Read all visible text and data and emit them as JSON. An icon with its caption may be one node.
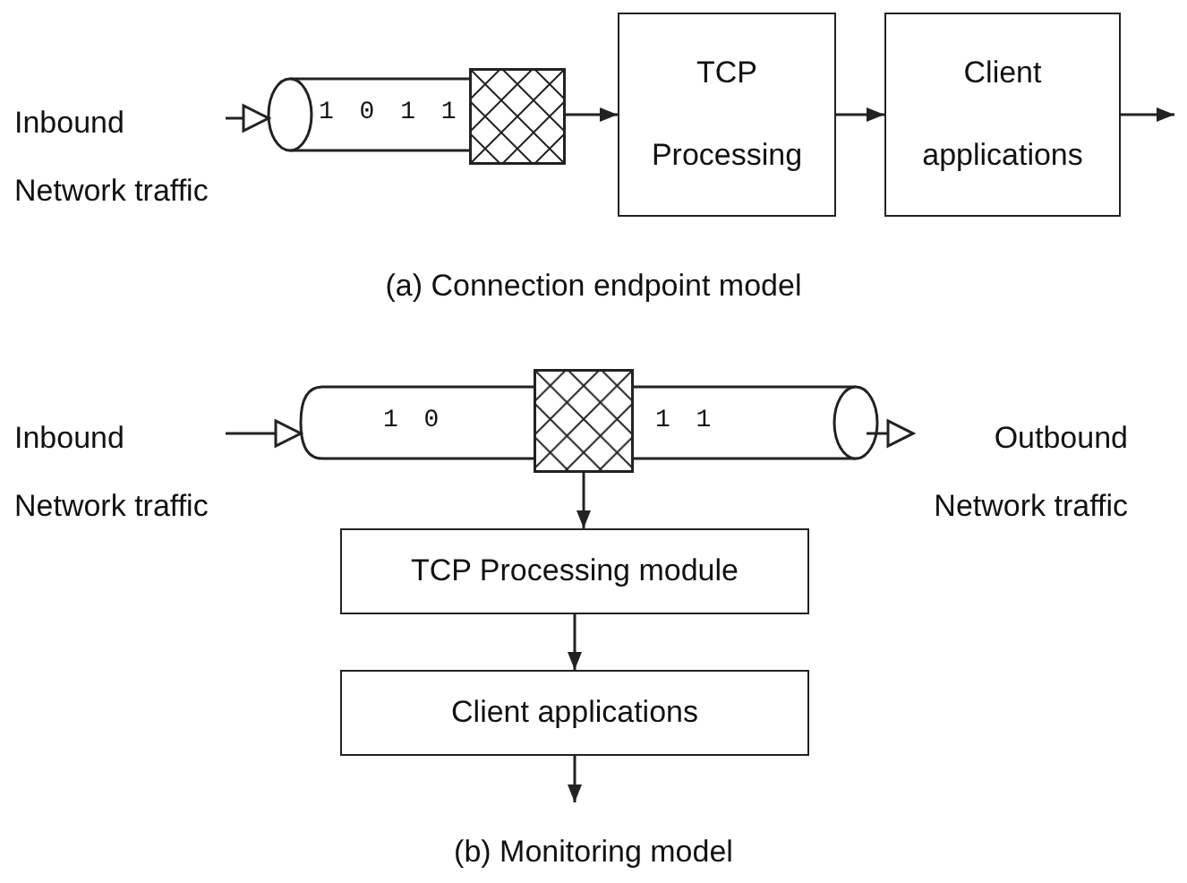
{
  "diagram": {
    "nodes": [
      {
        "text": [
          "Inbound Network traffic"
        ]
      },
      {
        "text": [
          "1 0 1 1"
        ]
      },
      {
        "text": [],
        "shape": "box"
      },
      {
        "text": [
          "TCP Processing"
        ]
      },
      {
        "text": [
          "Client applications"
        ]
      },
      {
        "text": [
          "Inbound Network traffic"
        ]
      },
      {
        "text": [
          "1 0",
          "1 1"
        ]
      },
      {
        "text": [],
        "shape": "box"
      },
      {
        "text": [
          "Outbound Network traffic"
        ]
      },
      {
        "text": [
          "TCP Processing module"
        ]
      },
      {
        "text": [
          "Client applications"
        ]
      }
    ],
    "edges": [
      {
        "from": 0,
        "to": 1,
        "arrow": "to"
      },
      {
        "from": 2,
        "to": 3,
        "arrow": "to"
      },
      {
        "from": 3,
        "to": 4,
        "arrow": "to"
      },
      {
        "from": 4,
        "to": null,
        "arrow": "to"
      },
      {
        "from": 5,
        "to": 6,
        "arrow": "to"
      },
      {
        "from": 6,
        "to": 8,
        "arrow": "to"
      },
      {
        "from": 7,
        "to": 9,
        "arrow": "to"
      },
      {
        "from": 9,
        "to": 10,
        "arrow": "to"
      },
      {
        "from": 10,
        "to": null,
        "arrow": "to"
      }
    ],
    "labels": [
      "(a) Connection endpoint model",
      "(b) Monitoring model"
    ]
  }
}
